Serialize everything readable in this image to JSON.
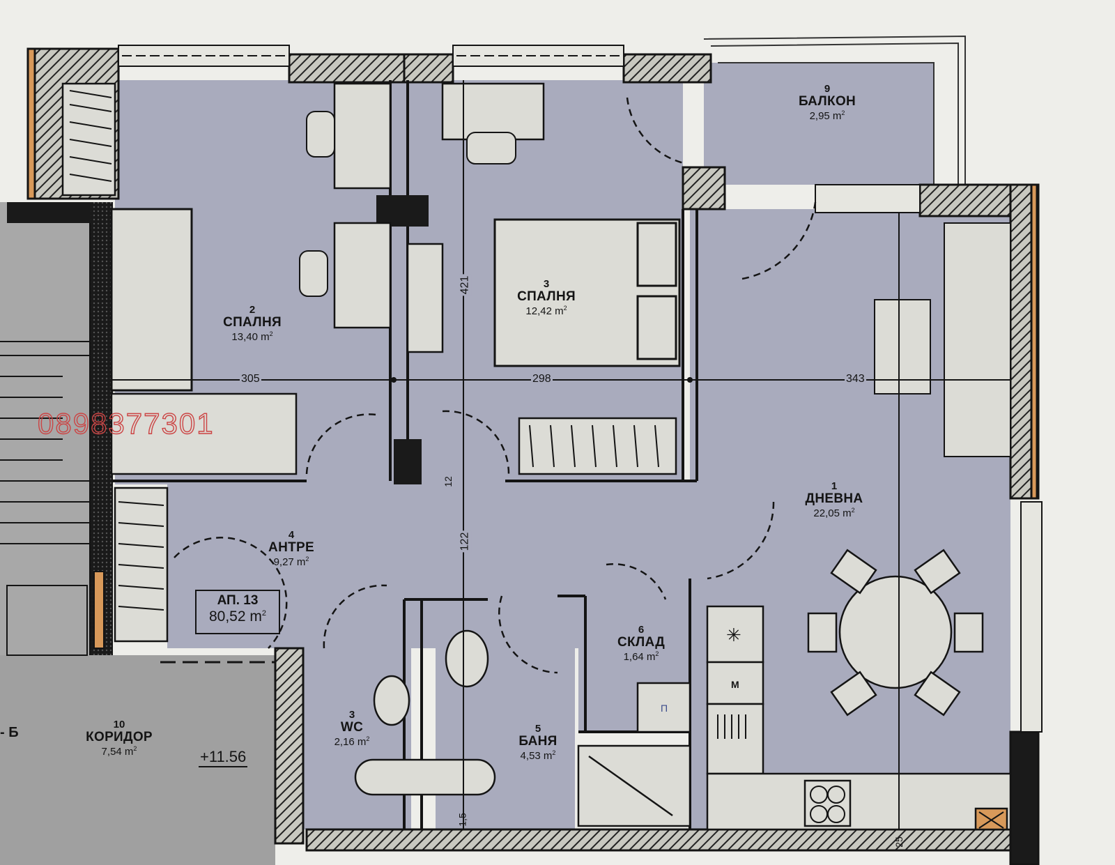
{
  "plan": {
    "title": "Apartment floor plan",
    "apartment": {
      "name": "АП. 13",
      "area": "80,52 m",
      "area_sup": "2"
    },
    "level_mark": "+11.56",
    "watermark_phone": "0898377301",
    "stair_label": "- Б",
    "colors": {
      "room_fill": "#a9abbd",
      "wall": "#141414",
      "hatch": "#c8c8c0",
      "paper": "#eeeeea",
      "furniture_fill": "#dcdcd6",
      "insulation": "#d8995a",
      "watermark": "#cc4444"
    },
    "rooms": [
      {
        "num": "1",
        "name": "ДНЕВНА",
        "area": "22,05 m",
        "sup": "2"
      },
      {
        "num": "2",
        "name": "СПАЛНЯ",
        "area": "13,40 m",
        "sup": "2"
      },
      {
        "num": "3",
        "name": "СПАЛНЯ",
        "area": "12,42 m",
        "sup": "2"
      },
      {
        "num": "4",
        "name": "АНТРЕ",
        "area": "9,27 m",
        "sup": "2"
      },
      {
        "num": "5",
        "name": "БАНЯ",
        "area": "4,53 m",
        "sup": "2"
      },
      {
        "num": "6",
        "name": "СКЛАД",
        "area": "1,64 m",
        "sup": "2"
      },
      {
        "num": "3",
        "name": "WC",
        "area": "2,16 m",
        "sup": "2"
      },
      {
        "num": "9",
        "name": "БАЛКОН",
        "area": "2,95 m",
        "sup": "2"
      },
      {
        "num": "10",
        "name": "КОРИДОР",
        "area": "7,54 m",
        "sup": "2"
      }
    ],
    "dimensions": {
      "h1": "305",
      "h2": "298",
      "h3": "343",
      "v1": "421",
      "v2": "12",
      "v3": "122",
      "v4": "1,5",
      "v5": "25"
    },
    "appliances": {
      "fridge": "✳",
      "microwave": "М",
      "washer": "П"
    }
  }
}
